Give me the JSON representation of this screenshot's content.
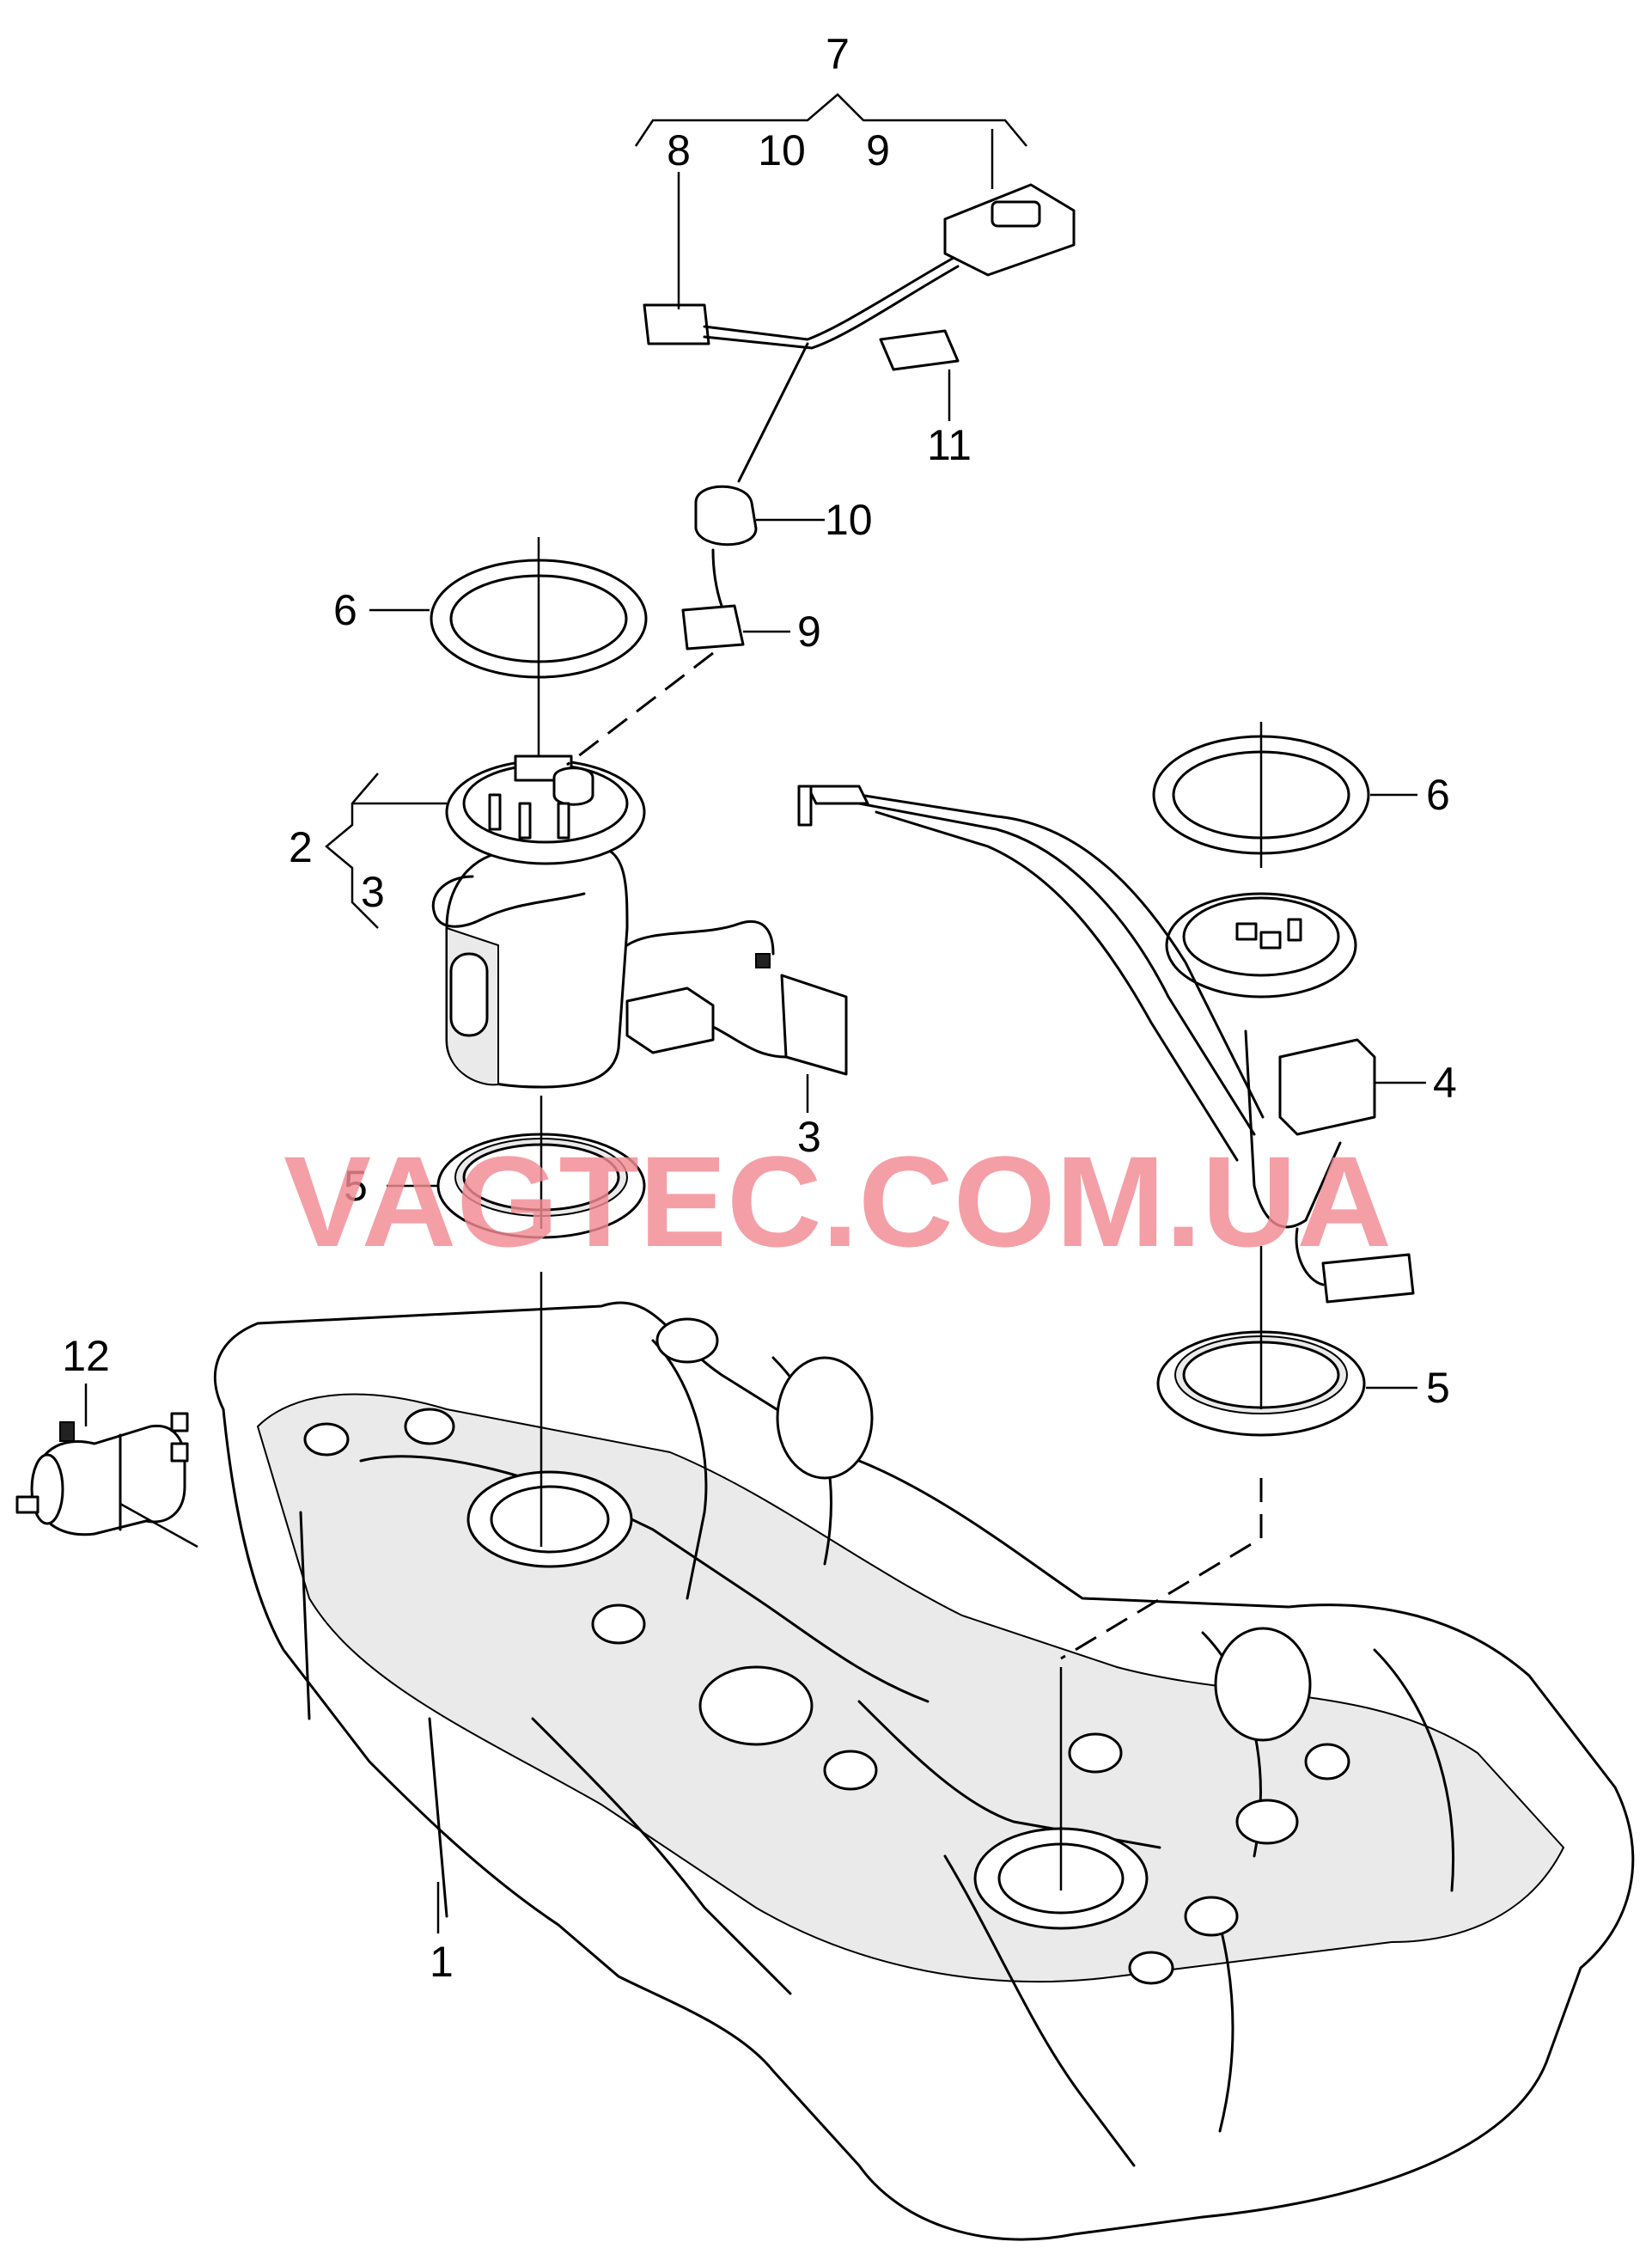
{
  "diagram": {
    "watermark": "VAGTEC.COM.UA",
    "callouts": {
      "c1": "1",
      "c2": "2",
      "c3a": "3",
      "c3b": "3",
      "c4": "4",
      "c5a": "5",
      "c5b": "5",
      "c6a": "6",
      "c6b": "6",
      "c7": "7",
      "c8": "8",
      "c9a": "9",
      "c9b": "9",
      "c10a": "10",
      "c10b": "10",
      "c11": "11",
      "c12": "12"
    },
    "colors": {
      "line": "#000000",
      "watermark": "#f28b93",
      "background": "#ffffff"
    }
  }
}
